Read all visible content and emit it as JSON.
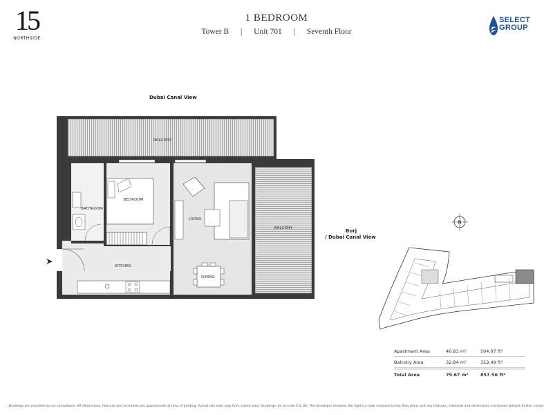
{
  "logo": {
    "number": "15",
    "name": "NORTHSIDE"
  },
  "header": {
    "title": "1 BEDROOM",
    "tower": "Tower B",
    "unit": "Unit 701",
    "floor": "Seventh Floor",
    "separator": "|"
  },
  "brand": {
    "line1": "SELECT",
    "line2": "GROUP",
    "color": "#1f4fa3"
  },
  "plan": {
    "view_top": "Dubai Canal View",
    "view_right_1": "Burj",
    "view_right_2": "/ Dubai Canal View",
    "rooms": {
      "balcony_top": "BALCONY",
      "bedroom": "BEDROOM",
      "bathroom": "BATHROOM",
      "living": "LIVING",
      "balcony_right": "BALCONY",
      "kitchen": "KITCHEN",
      "dining": "DINING"
    }
  },
  "keyplan": {
    "compass": "N"
  },
  "areas": {
    "rows": [
      {
        "label": "Apartment Area",
        "sqm": "46.83 m²",
        "sqft": "504.07 ft²"
      },
      {
        "label": "Balcony Area",
        "sqm": "32.84 m²",
        "sqft": "353.49 ft²"
      }
    ],
    "total": {
      "label": "Total Area",
      "sqm": "79.67 m²",
      "sqft": "857.56 ft²"
    }
  },
  "disclaimer": "Drawings are provided by our consultants. All dimensions, features and amenities are approximate at time of printing. Actual size may vary from stated area. Drawings not to scale E & OE. The developer reserves the right to make revisions to the floor plans and any features, materials and dimensions mentioned without further notice."
}
